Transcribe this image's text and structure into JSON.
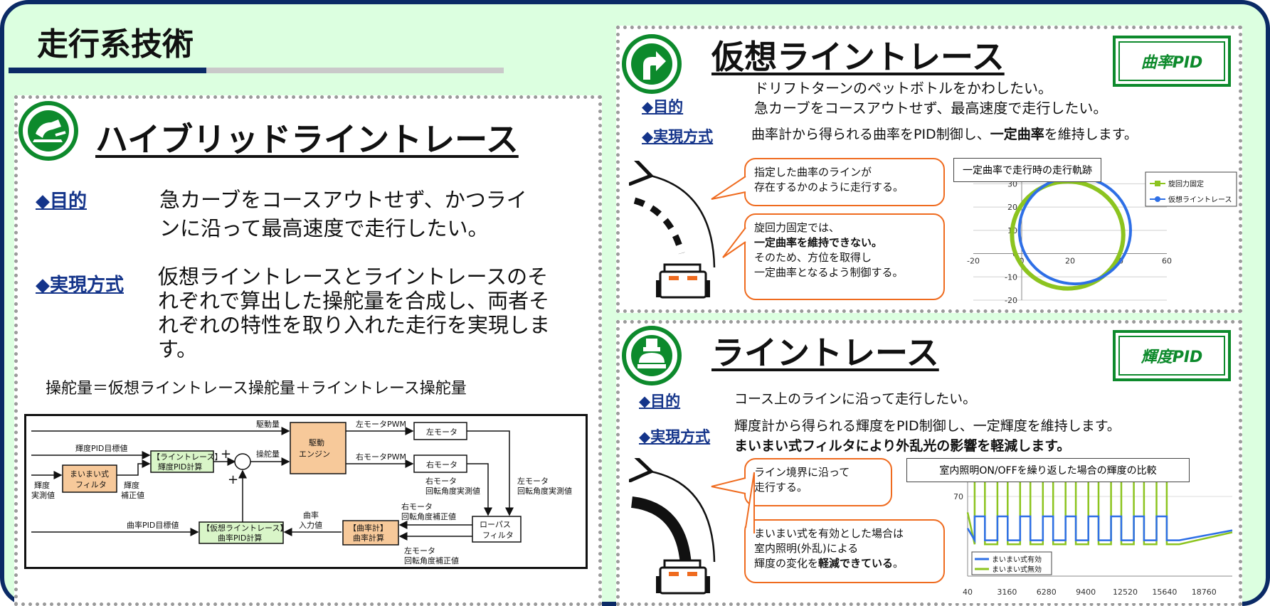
{
  "page": {
    "title": "走行系技術"
  },
  "hybrid": {
    "title": "ハイブリッドライントレース",
    "purpose_label": "◆目的",
    "purpose_line1": "急カーブをコースアウトせず、かつライ",
    "purpose_line2": "ンに沿って最高速度で走行したい。",
    "method_label": "◆実現方式",
    "method_line1": "仮想ライントレースとライントレースのそ",
    "method_line2": "れぞれで算出した操舵量を合成し、両者そ",
    "method_line3": "れぞれの特性を取り入れた走行を実現しま",
    "method_line4": "す。",
    "formula": "操舵量＝仮想ライントレース操舵量＋ライントレース操舵量",
    "diagram": {
      "drive_input": "駆動量",
      "steer_input": "操舵量",
      "engine_line1": "駆動",
      "engine_line2": "エンジン",
      "left_pwm": "左モータPWM",
      "right_pwm": "右モータPWM",
      "left_motor": "左モータ",
      "right_motor": "右モータ",
      "brightness_target": "輝度PID目標値",
      "linetrace_box_line1": "【ライントレース】",
      "linetrace_box_line2": "輝度PID計算",
      "brightness_line1": "輝度",
      "brightness_line2": "実測値",
      "filter_line1": "まいまい式",
      "filter_line2": "フィルタ",
      "brightness_corr_line1": "輝度",
      "brightness_corr_line2": "補正値",
      "plus1": "+",
      "plus2": "+",
      "right_angle_line1": "右モータ",
      "right_angle_line2": "回転角度実測値",
      "left_angle_line1": "左モータ",
      "left_angle_line2": "回転角度実測値",
      "curvature_target": "曲率PID目標値",
      "virtual_box_line1": "【仮想ライントレース】",
      "virtual_box_line2": "曲率PID計算",
      "curv_input_line1": "曲率",
      "curv_input_line2": "入力値",
      "curvmeter_line1": "【曲率計】",
      "curvmeter_line2": "曲率計算",
      "right_corr_line1": "右モータ",
      "right_corr_line2": "回転角度補正値",
      "left_corr_line1": "左モータ",
      "left_corr_line2": "回転角度補正値",
      "lowpass_line1": "ローパス",
      "lowpass_line2": "フィルタ"
    }
  },
  "virtual": {
    "title": "仮想ライントレース",
    "badge": "曲率PID",
    "purpose_label": "◆目的",
    "purpose_line1": "ドリフトターンのペットボトルをかわしたい。",
    "purpose_line2": "急カーブをコースアウトせず、最高速度で走行したい。",
    "method_label": "◆実現方式",
    "method_pre": "曲率計から得られる曲率をPID制御し、",
    "method_bold": "一定曲率",
    "method_post": "を維持します。",
    "callout1_line1": "指定した曲率のラインが",
    "callout1_line2": "存在するかのように走行する。",
    "callout2_line1": "旋回力固定では、",
    "callout2_line2": "一定曲率を維持できない。",
    "callout2_line3": "そのため、方位を取得し",
    "callout2_line4": "一定曲率となるよう制御する。"
  },
  "linetrace": {
    "title": "ライントレース",
    "badge": "輝度PID",
    "purpose_label": "◆目的",
    "purpose_text": "コース上のラインに沿って走行したい。",
    "method_label": "◆実現方式",
    "method_line1": "輝度計から得られる輝度をPID制御し、一定輝度を維持します。",
    "method_line2": "まいまい式フィルタにより外乱光の影響を軽減します。",
    "callout1_line1": "ライン境界に沿って",
    "callout1_line2": "走行する。",
    "callout2_line1": "まいまい式を有効とした場合は",
    "callout2_line2": "室内照明(外乱)による",
    "callout2_pre": "輝度の変化を",
    "callout2_bold": "軽減できている",
    "callout2_post": "。"
  },
  "colors": {
    "navy": "#0b2a66",
    "green": "#0d8a2c",
    "orange": "#ef6b1f",
    "bg": "#dcffe0",
    "series_green": "#8cc41f",
    "series_blue": "#2e6fe6",
    "box_orange": "#f7c99a",
    "box_green": "#d9f5c8"
  },
  "chart_data": [
    {
      "type": "scatter",
      "title": "一定曲率で走行時の走行軌跡",
      "xticks": [
        "-20",
        "0",
        "20",
        "40",
        "60"
      ],
      "yticks": [
        "30",
        "20",
        "10",
        "0",
        "-10",
        "-20"
      ],
      "xlim": [
        -20,
        60
      ],
      "ylim": [
        -20,
        35
      ],
      "legend_position": "right",
      "series": [
        {
          "name": "旋回力固定",
          "shape": "circle",
          "center": [
            19,
            8
          ],
          "radius": 23,
          "color": "#8cc41f"
        },
        {
          "name": "仮想ライントレース",
          "shape": "circle",
          "center": [
            22,
            10
          ],
          "radius": 23,
          "color": "#2e6fe6"
        }
      ]
    },
    {
      "type": "line",
      "title": "室内照明ON/OFFを繰り返した場合の輝度の比較",
      "xticks": [
        "40",
        "3160",
        "6280",
        "9400",
        "12520",
        "15640",
        "18760"
      ],
      "yticks": [
        "70"
      ],
      "xlim": [
        40,
        21000
      ],
      "ylim": [
        30,
        80
      ],
      "legend_position": "bottom-left",
      "series": [
        {
          "name": "まいまい式有効",
          "color": "#2e6fe6",
          "low": 48,
          "high": 60
        },
        {
          "name": "まいまい式無効",
          "color": "#8cc41f",
          "low": 46,
          "high": 78
        }
      ]
    }
  ]
}
